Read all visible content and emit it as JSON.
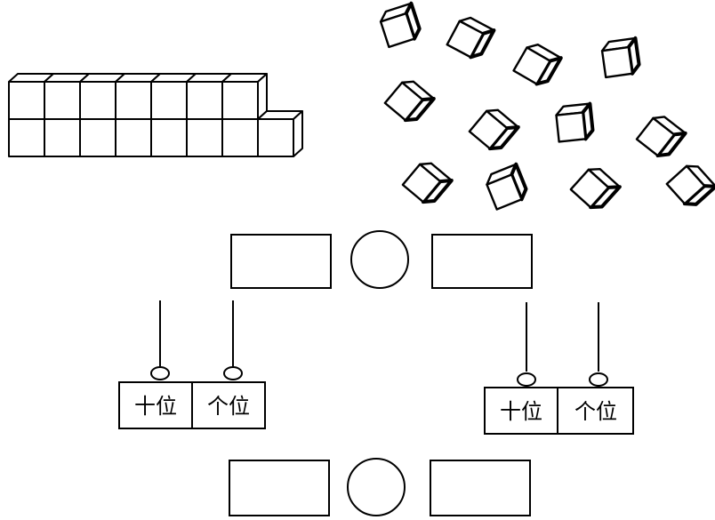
{
  "abacus_left": {
    "tens_label": "十位",
    "ones_label": "个位"
  },
  "abacus_right": {
    "tens_label": "十位",
    "ones_label": "个位"
  }
}
